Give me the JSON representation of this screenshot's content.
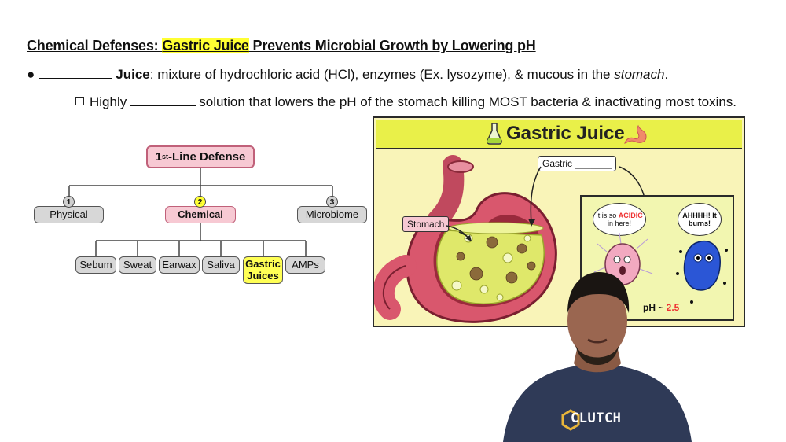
{
  "title": {
    "prefix": "Chemical Defenses: ",
    "highlight": "Gastric Juice",
    "suffix": " Prevents Microbial Growth by Lowering pH"
  },
  "bullets": {
    "b1_bullet": "●",
    "b1_term": "Juice",
    "b1_text": ": mixture of hydrochloric acid (HCl), enzymes (Ex. lysozyme), & mucous in the ",
    "b1_italic": "stomach",
    "b1_end": ".",
    "b2_pre": "Highly",
    "b2_post": "solution that lowers the pH of the stomach killing MOST bacteria & inactivating most toxins."
  },
  "chart": {
    "root": "1st-Line Defense",
    "root_sup": "st",
    "root_num": "1",
    "root_rest": "-Line Defense",
    "level1": [
      {
        "num": "1",
        "label": "Physical"
      },
      {
        "num": "2",
        "label": "Chemical"
      },
      {
        "num": "3",
        "label": "Microbiome"
      }
    ],
    "level2": [
      "Sebum",
      "Sweat",
      "Earwax",
      "Saliva",
      "Gastric Juices",
      "AMPs"
    ]
  },
  "panel": {
    "title": "Gastric Juice",
    "stomach_label": "Stomach",
    "gastric_label": "Gastric _______",
    "bubble1_a": "It is so ",
    "bubble1_acid": "ACIDIC",
    "bubble1_b": " in here!",
    "bubble2": "AHHHH! It burns!",
    "ph_label": "pH ~ ",
    "ph_value": "2.5"
  },
  "logo": "CLUTCH",
  "colors": {
    "highlight": "#ffff33",
    "pink": "#f7c9d3",
    "panel_bg": "#f9f4b8",
    "panel_title": "#e9f049"
  }
}
